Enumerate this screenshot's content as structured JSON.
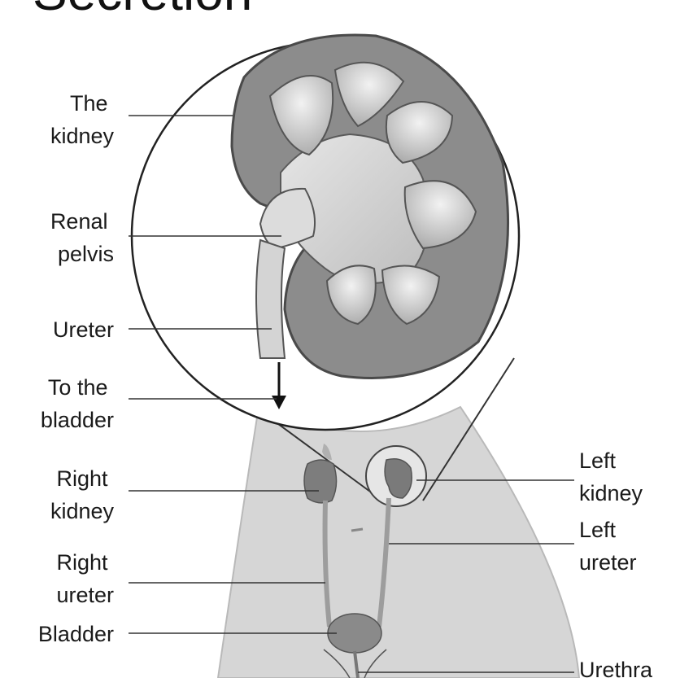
{
  "title": "Secretion",
  "labels": {
    "the_kidney": [
      "The",
      "kidney"
    ],
    "renal_pelvis": [
      "Renal",
      "pelvis"
    ],
    "ureter": [
      "Ureter"
    ],
    "to_the_bladder": [
      "To the",
      "bladder"
    ],
    "right_kidney": [
      "Right",
      "kidney"
    ],
    "right_ureter": [
      "Right",
      "ureter"
    ],
    "bladder": [
      "Bladder"
    ],
    "left_kidney": [
      "Left",
      "kidney"
    ],
    "left_ureter": [
      "Left",
      "ureter"
    ],
    "urethra": [
      "Urethra"
    ]
  }
}
